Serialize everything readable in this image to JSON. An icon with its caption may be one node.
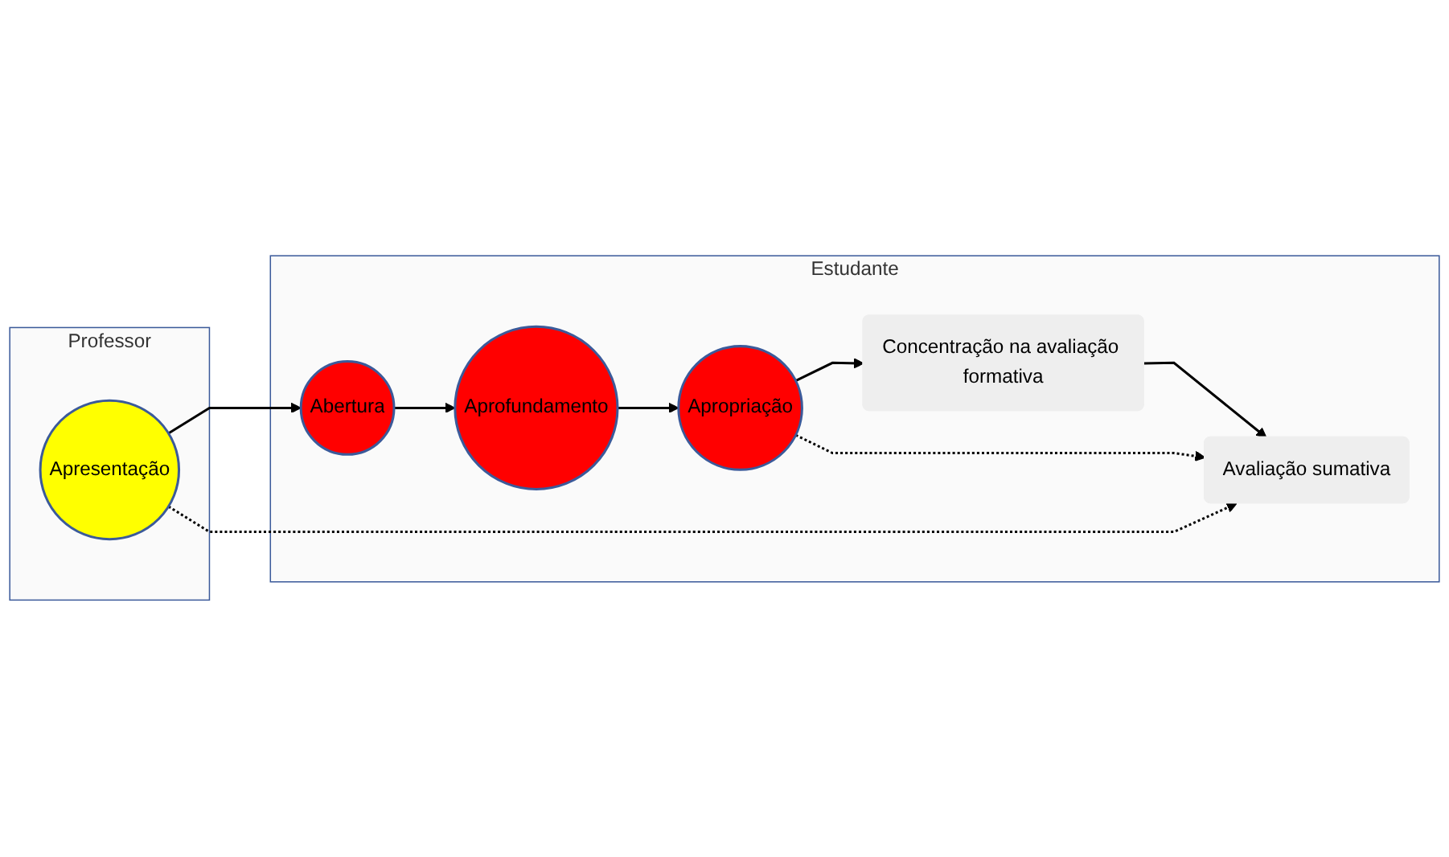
{
  "diagram": {
    "nodes": [
      {
        "text": [
          "Professor"
        ]
      },
      {
        "text": [
          "Apresentação"
        ],
        "in": 0
      },
      {
        "text": [
          "Estudante"
        ]
      },
      {
        "text": [
          "Abertura"
        ],
        "in": 2
      },
      {
        "text": [
          "Aprofundamento"
        ],
        "in": 2
      },
      {
        "text": [
          "Apropriação"
        ],
        "in": 2
      },
      {
        "text": [
          "Concentração na avaliação formativa"
        ],
        "in": 2
      },
      {
        "text": [
          "Avaliação sumativa"
        ],
        "in": 2
      }
    ],
    "edges": [
      {
        "from": 1,
        "to": 3,
        "arrow": "to"
      },
      {
        "from": 3,
        "to": 4,
        "arrow": "to"
      },
      {
        "from": 4,
        "to": 5,
        "arrow": "to"
      },
      {
        "from": 5,
        "to": 6,
        "arrow": "to"
      },
      {
        "from": 5,
        "to": 7,
        "arrow": "to",
        "style": "dashed"
      },
      {
        "from": 1,
        "to": 7,
        "arrow": "to",
        "style": "dashed"
      },
      {
        "from": 6,
        "to": 7,
        "arrow": "to"
      }
    ]
  }
}
